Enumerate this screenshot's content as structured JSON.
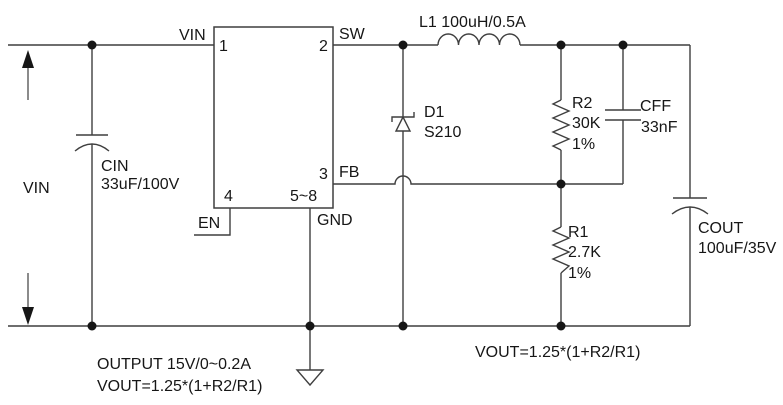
{
  "colors": {
    "background": "#ffffff",
    "wire": "#3f3f3f",
    "text": "#161616",
    "junction_dot": "#161616"
  },
  "input": {
    "polarity_label": "VIN"
  },
  "ic": {
    "pins": {
      "vin": {
        "num": "1",
        "name": "VIN"
      },
      "sw": {
        "num": "2",
        "name": "SW"
      },
      "fb": {
        "num": "3",
        "name": "FB"
      },
      "en": {
        "num": "4",
        "name": "EN"
      },
      "gnd": {
        "num": "5~8",
        "name": "GND"
      }
    }
  },
  "components": {
    "cin": {
      "name": "CIN",
      "value": "33uF/100V"
    },
    "l1": {
      "label": "L1 100uH/0.5A"
    },
    "d1": {
      "name": "D1",
      "value": "S210"
    },
    "r2": {
      "name": "R2",
      "value": "30K",
      "tolerance": "1%"
    },
    "cff": {
      "name": "CFF",
      "value": "33nF"
    },
    "r1": {
      "name": "R1",
      "value": "2.7K",
      "tolerance": "1%"
    },
    "cout": {
      "name": "COUT",
      "value": "100uF/35V"
    }
  },
  "annotations": {
    "output_spec": "OUTPUT 15V/0~0.2A",
    "vout_formula_bottom_left": "VOUT=1.25*(1+R2/R1)",
    "vout_formula_right": "VOUT=1.25*(1+R2/R1)"
  }
}
